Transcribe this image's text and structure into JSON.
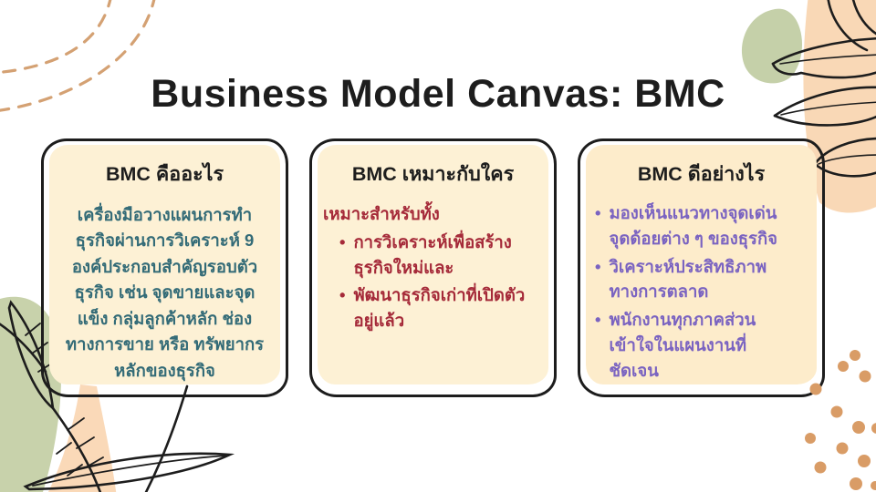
{
  "slide": {
    "title": "Business Model Canvas: BMC"
  },
  "cards": [
    {
      "title": "BMC คืออะไร",
      "body": "เครื่องมือวางแผนการทำ\nธุรกิจผ่านการวิเคราะห์ 9\nองค์ประกอบสำคัญรอบตัว\nธุรกิจ เช่น จุดขายและจุด\nแข็ง กลุ่มลูกค้าหลัก ช่อง\nทางการขาย หรือ ทรัพยากร\nหลักของธุรกิจ"
    },
    {
      "title": "BMC เหมาะกับใคร",
      "intro": "เหมาะสำหรับทั้ง",
      "bullet_marker": "•",
      "bullets": [
        "การวิเคราะห์เพื่อสร้าง\nธุรกิจใหม่และ",
        "พัฒนาธุรกิจเก่าที่เปิดตัว\nอยู่แล้ว"
      ]
    },
    {
      "title": "BMC ดีอย่างไร",
      "bullet_marker": "•",
      "bullets": [
        "มองเห็นแนวทางจุดเด่น\nจุดด้อยต่าง ๆ ของธุรกิจ",
        "วิเคราะห์ประสิทธิภาพ\nทางการตลาด",
        "พนักงานทุกภาคส่วน\nเข้าใจในแผนงานที่\nชัดเจน"
      ]
    }
  ],
  "decorations": {
    "dashed_arcs": "two tan dashed arcs, top-left corner",
    "green_blob_top_right": "sage green organic blob",
    "peach_shape_right": "peach organic shape along right edge",
    "leaf_line_art_right": "black outline leaves over peach shape",
    "green_blob_bottom_left": "sage green blob with black outline fern leaves",
    "peach_ribbon_bottom_left": "peach diagonal brush stroke",
    "dots_bottom_right": "scattered tan confetti dots"
  },
  "colors": {
    "background": "#ffffff",
    "ink": "#1d1d1d",
    "card_fill": "#fdf1d5",
    "card_fill_right": "#fdeccb",
    "teal": "#336b77",
    "red": "#a52a39",
    "purple": "#7a63c1",
    "tan": "#d4a173",
    "dot": "#d99c66",
    "sage": "#c5d0a9",
    "peach": "#f9d8b6"
  }
}
